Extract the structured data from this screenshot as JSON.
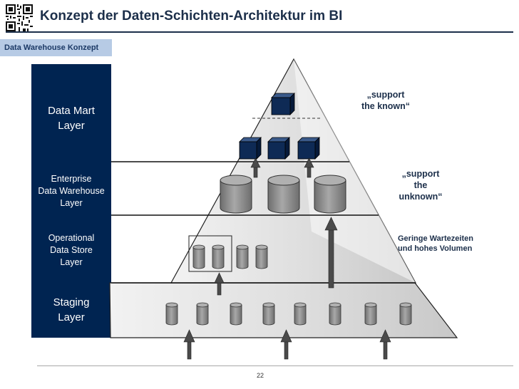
{
  "header": {
    "title": "Konzept der Daten-Schichten-Architektur im BI",
    "section_badge": "Data Warehouse Konzept"
  },
  "layers": [
    {
      "lines": [
        "Data Mart",
        "Layer"
      ]
    },
    {
      "lines": [
        "Enterprise",
        "Data Warehouse",
        "Layer"
      ]
    },
    {
      "lines": [
        "Operational",
        "Data Store",
        "Layer"
      ]
    },
    {
      "lines": [
        "Staging",
        "Layer"
      ]
    }
  ],
  "notes": {
    "support_known": [
      "„support",
      "the known“"
    ],
    "support_unknown": [
      "„support",
      "the",
      "unknown“"
    ],
    "wartezeiten": [
      "Geringe Wartezeiten",
      "und hohes Volumen"
    ]
  },
  "footer": {
    "page_number": "22"
  },
  "colors": {
    "title_navy": "#1c2f4a",
    "layer_column": "#002451",
    "badge_fill": "#b7cbe5",
    "cube_fill": "#0e2a55",
    "cylinder_fill": "#8a8a8a",
    "arrow_fill": "#4a4a4a"
  }
}
